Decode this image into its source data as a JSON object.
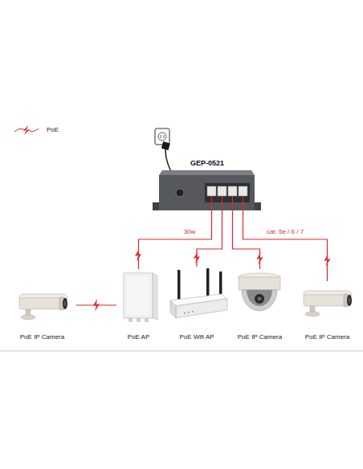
{
  "diagram": {
    "nodes": [
      {
        "text": [
          "GEP-0521"
        ]
      },
      {
        "text": [
          "PoE IP Camera"
        ]
      },
      {
        "text": [
          "PoE AP"
        ]
      },
      {
        "text": [
          "PoE Wifi AP"
        ]
      },
      {
        "text": [
          "PoE IP Camera"
        ]
      },
      {
        "text": [
          "PoE IP Camera"
        ]
      }
    ],
    "edges": [
      {
        "from": 0,
        "to": 2,
        "arrow": "none",
        "label": "30w"
      },
      {
        "from": 0,
        "to": 3,
        "arrow": "none"
      },
      {
        "from": 0,
        "to": 4,
        "arrow": "none"
      },
      {
        "from": 0,
        "to": 5,
        "arrow": "none",
        "label": "cat. 5e / 6 / 7"
      },
      {
        "from": 2,
        "to": 1,
        "arrow": "none"
      }
    ],
    "legend": [
      {
        "text": "PoE"
      }
    ]
  }
}
